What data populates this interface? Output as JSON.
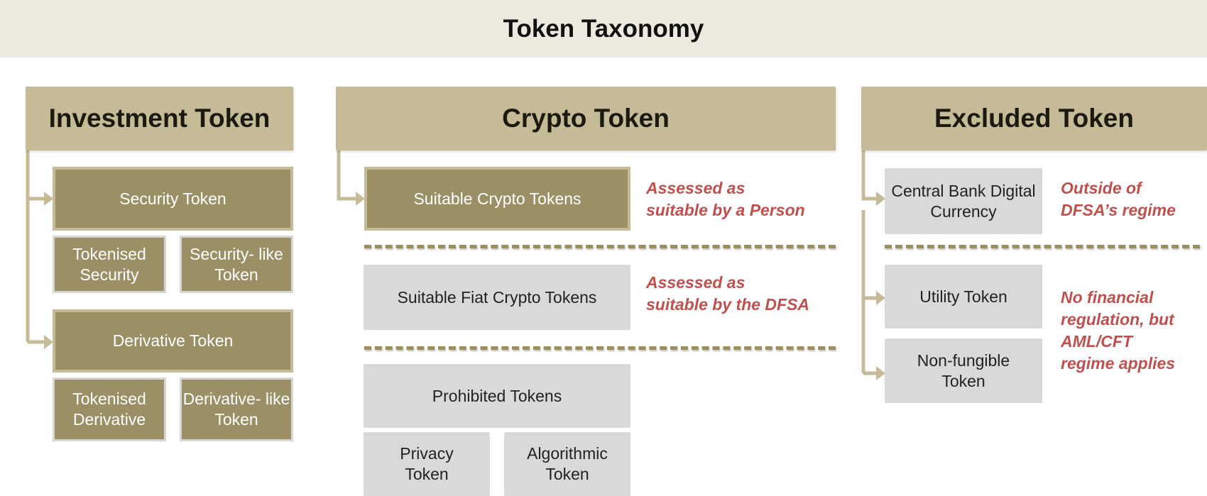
{
  "title": "Token Taxonomy",
  "investment": {
    "header": "Investment Token",
    "security": "Security Token",
    "tokenised_security": "Tokenised Security",
    "security_like": "Security- like Token",
    "derivative": "Derivative Token",
    "tokenised_derivative": "Tokenised Derivative",
    "derivative_like": "Derivative- like Token"
  },
  "crypto": {
    "header": "Crypto Token",
    "suitable": "Suitable Crypto Tokens",
    "suitable_note": "Assessed as\nsuitable  by a Person",
    "fiat": "Suitable Fiat Crypto Tokens",
    "fiat_note": "Assessed as\nsuitable  by the DFSA",
    "prohibited": "Prohibited Tokens",
    "privacy": "Privacy Token",
    "algorithmic": "Algorithmic Token"
  },
  "excluded": {
    "header": "Excluded Token",
    "cbdc": "Central Bank Digital Currency",
    "cbdc_note": "Outside of\nDFSA’s regime",
    "utility": "Utility Token",
    "nft": "Non-fungible Token",
    "other_note": "No financial\nregulation,  but\nAML/CFT\nregime applies"
  },
  "colors": {
    "banner": "#eceadf",
    "header": "#c5bc97",
    "dark": "#9b8f66",
    "grey": "#d9d9d9",
    "note": "#c0504d"
  }
}
